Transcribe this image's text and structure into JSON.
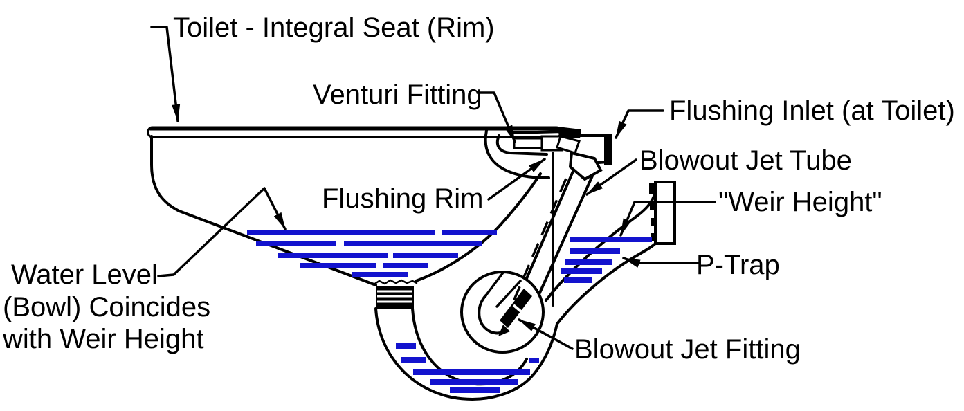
{
  "labels": {
    "seat": "Toilet - Integral Seat (Rim)",
    "venturi": "Venturi Fitting",
    "flushing_inlet": "Flushing Inlet (at Toilet)",
    "blowout_jet_tube": "Blowout Jet Tube",
    "flushing_rim": "Flushing Rim",
    "weir_height": "\"Weir Height\"",
    "p_trap": "P-Trap",
    "water_level": [
      "Water Level",
      "(Bowl) Coincides",
      "with Weir Height"
    ],
    "blowout_jet_fitting": "Blowout Jet Fitting"
  },
  "colors": {
    "line": "#000000",
    "water": "#1313CE",
    "background": "#FFFFFF"
  }
}
